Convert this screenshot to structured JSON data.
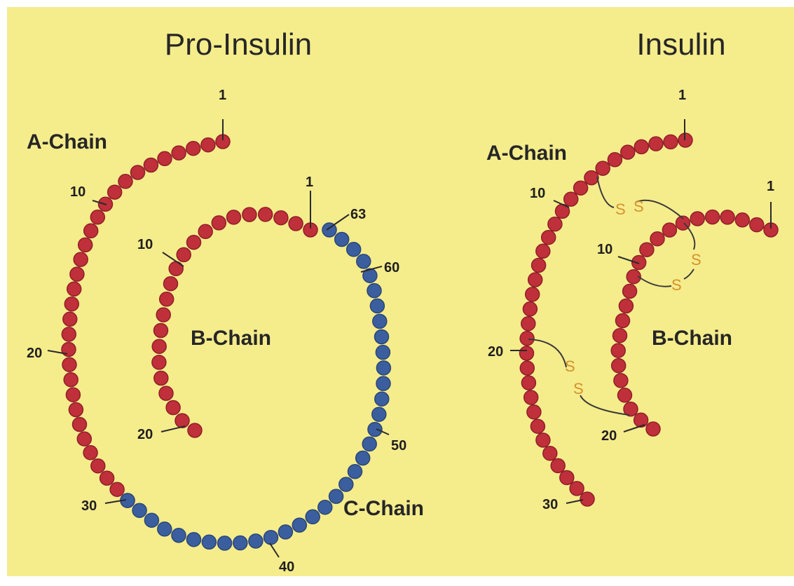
{
  "titles": {
    "proinsulin": "Pro-Insulin",
    "insulin": "Insulin"
  },
  "proinsulin": {
    "a_chain_label": "A-Chain",
    "b_chain_label": "B-Chain",
    "c_chain_label": "C-Chain",
    "a_numbers": [
      "1",
      "10",
      "20",
      "30"
    ],
    "b_numbers": [
      "1",
      "10",
      "20"
    ],
    "c_numbers": [
      "40",
      "50",
      "60",
      "63"
    ]
  },
  "insulin": {
    "a_chain_label": "A-Chain",
    "b_chain_label": "B-Chain",
    "a_numbers": [
      "1",
      "10",
      "20",
      "30"
    ],
    "b_numbers": [
      "1",
      "10",
      "20"
    ],
    "disulfide_label": "S"
  },
  "colors": {
    "background": "#f5ec8c",
    "ab_chain": "#c0303a",
    "c_chain": "#3b5f9e",
    "disulfide": "#d4922b"
  }
}
